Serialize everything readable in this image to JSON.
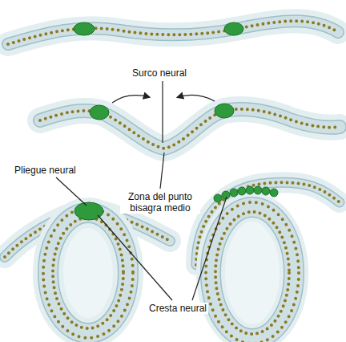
{
  "diagram": {
    "labels": [
      "Surco neural",
      "Pliegue neural",
      "Zona del punto bisagra medio",
      "Cresta neural"
    ]
  }
}
